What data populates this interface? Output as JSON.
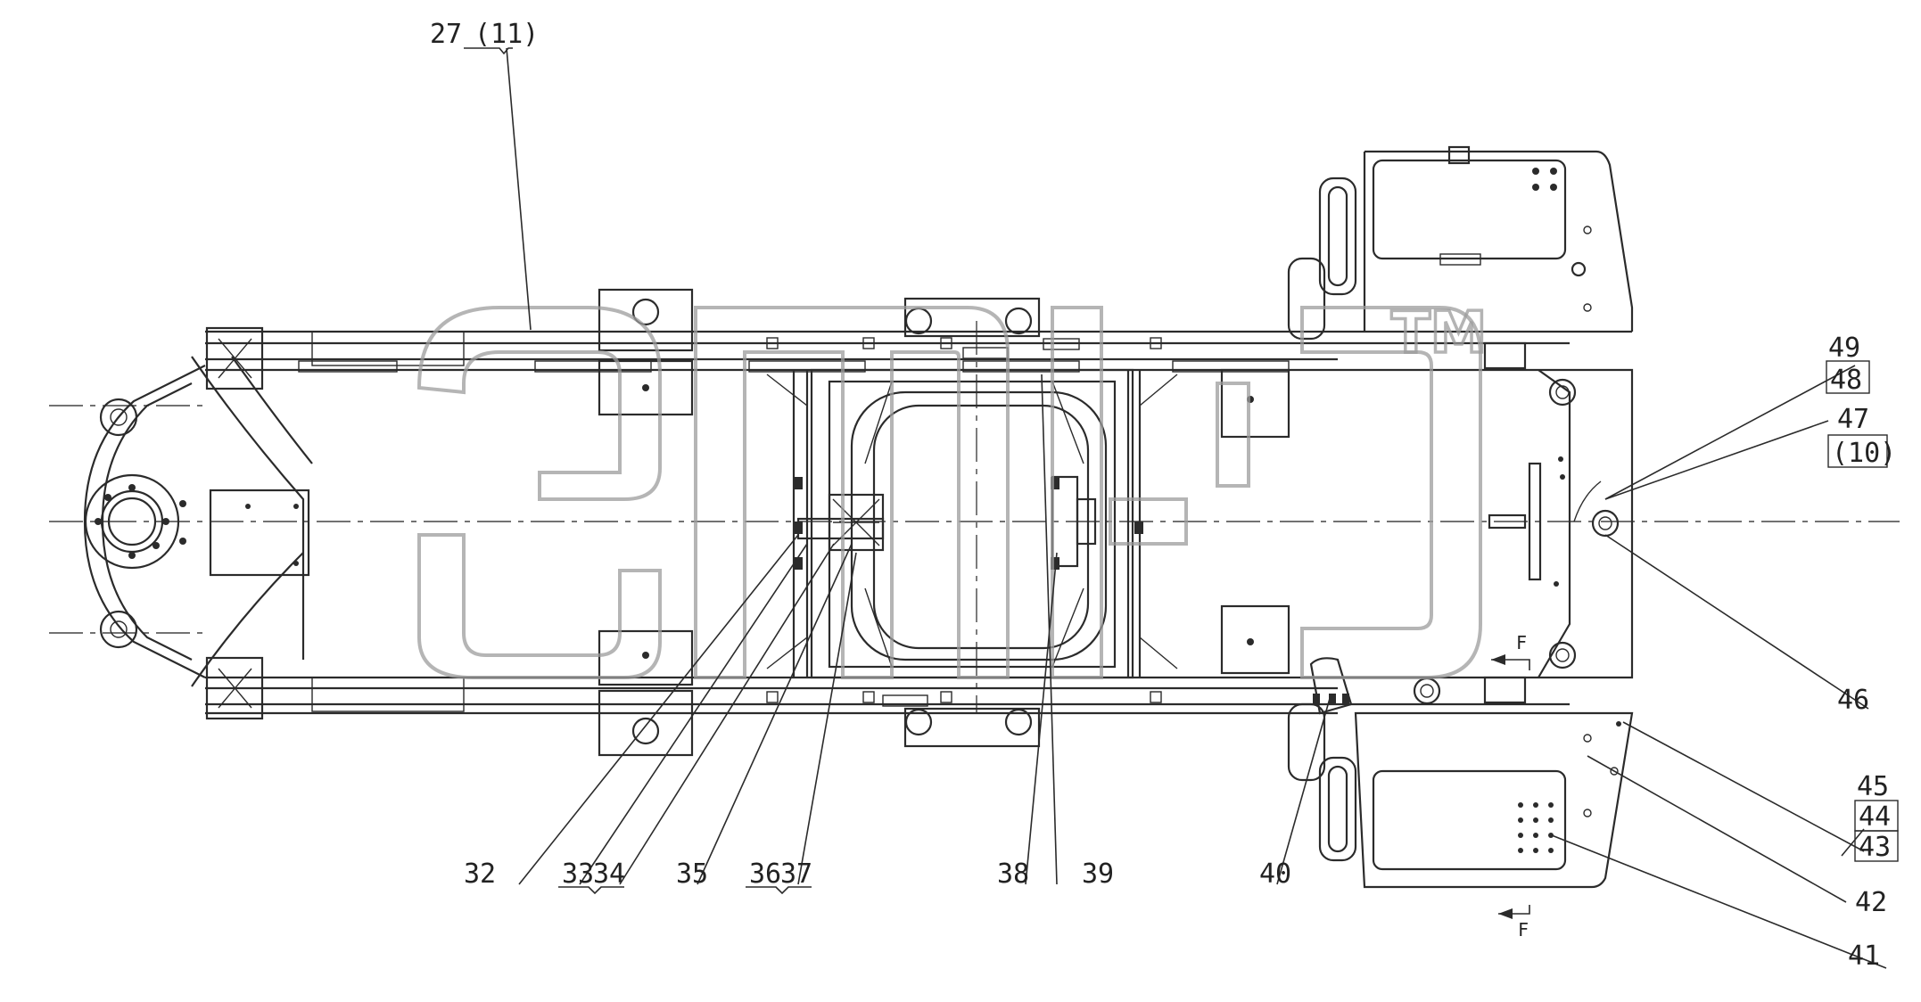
{
  "drawing": {
    "callouts": [
      {
        "id": "c27",
        "text": "27"
      },
      {
        "id": "c11",
        "text": "(11)"
      },
      {
        "id": "c49",
        "text": "49"
      },
      {
        "id": "c48",
        "text": "48"
      },
      {
        "id": "c47",
        "text": "47"
      },
      {
        "id": "c10",
        "text": "(10)"
      },
      {
        "id": "c46",
        "text": "46"
      },
      {
        "id": "c45",
        "text": "45"
      },
      {
        "id": "c44",
        "text": "44"
      },
      {
        "id": "c43",
        "text": "43"
      },
      {
        "id": "c42",
        "text": "42"
      },
      {
        "id": "c41",
        "text": "41"
      },
      {
        "id": "c32",
        "text": "32"
      },
      {
        "id": "c33",
        "text": "33"
      },
      {
        "id": "c34",
        "text": "34"
      },
      {
        "id": "c35",
        "text": "35"
      },
      {
        "id": "c36",
        "text": "36"
      },
      {
        "id": "c37",
        "text": "37"
      },
      {
        "id": "c38",
        "text": "38"
      },
      {
        "id": "c39",
        "text": "39"
      },
      {
        "id": "c40",
        "text": "40"
      }
    ],
    "section_marks": [
      {
        "id": "f1",
        "text": "F"
      },
      {
        "id": "f2",
        "text": "F"
      }
    ],
    "watermark": {
      "trademark": "TM"
    }
  }
}
